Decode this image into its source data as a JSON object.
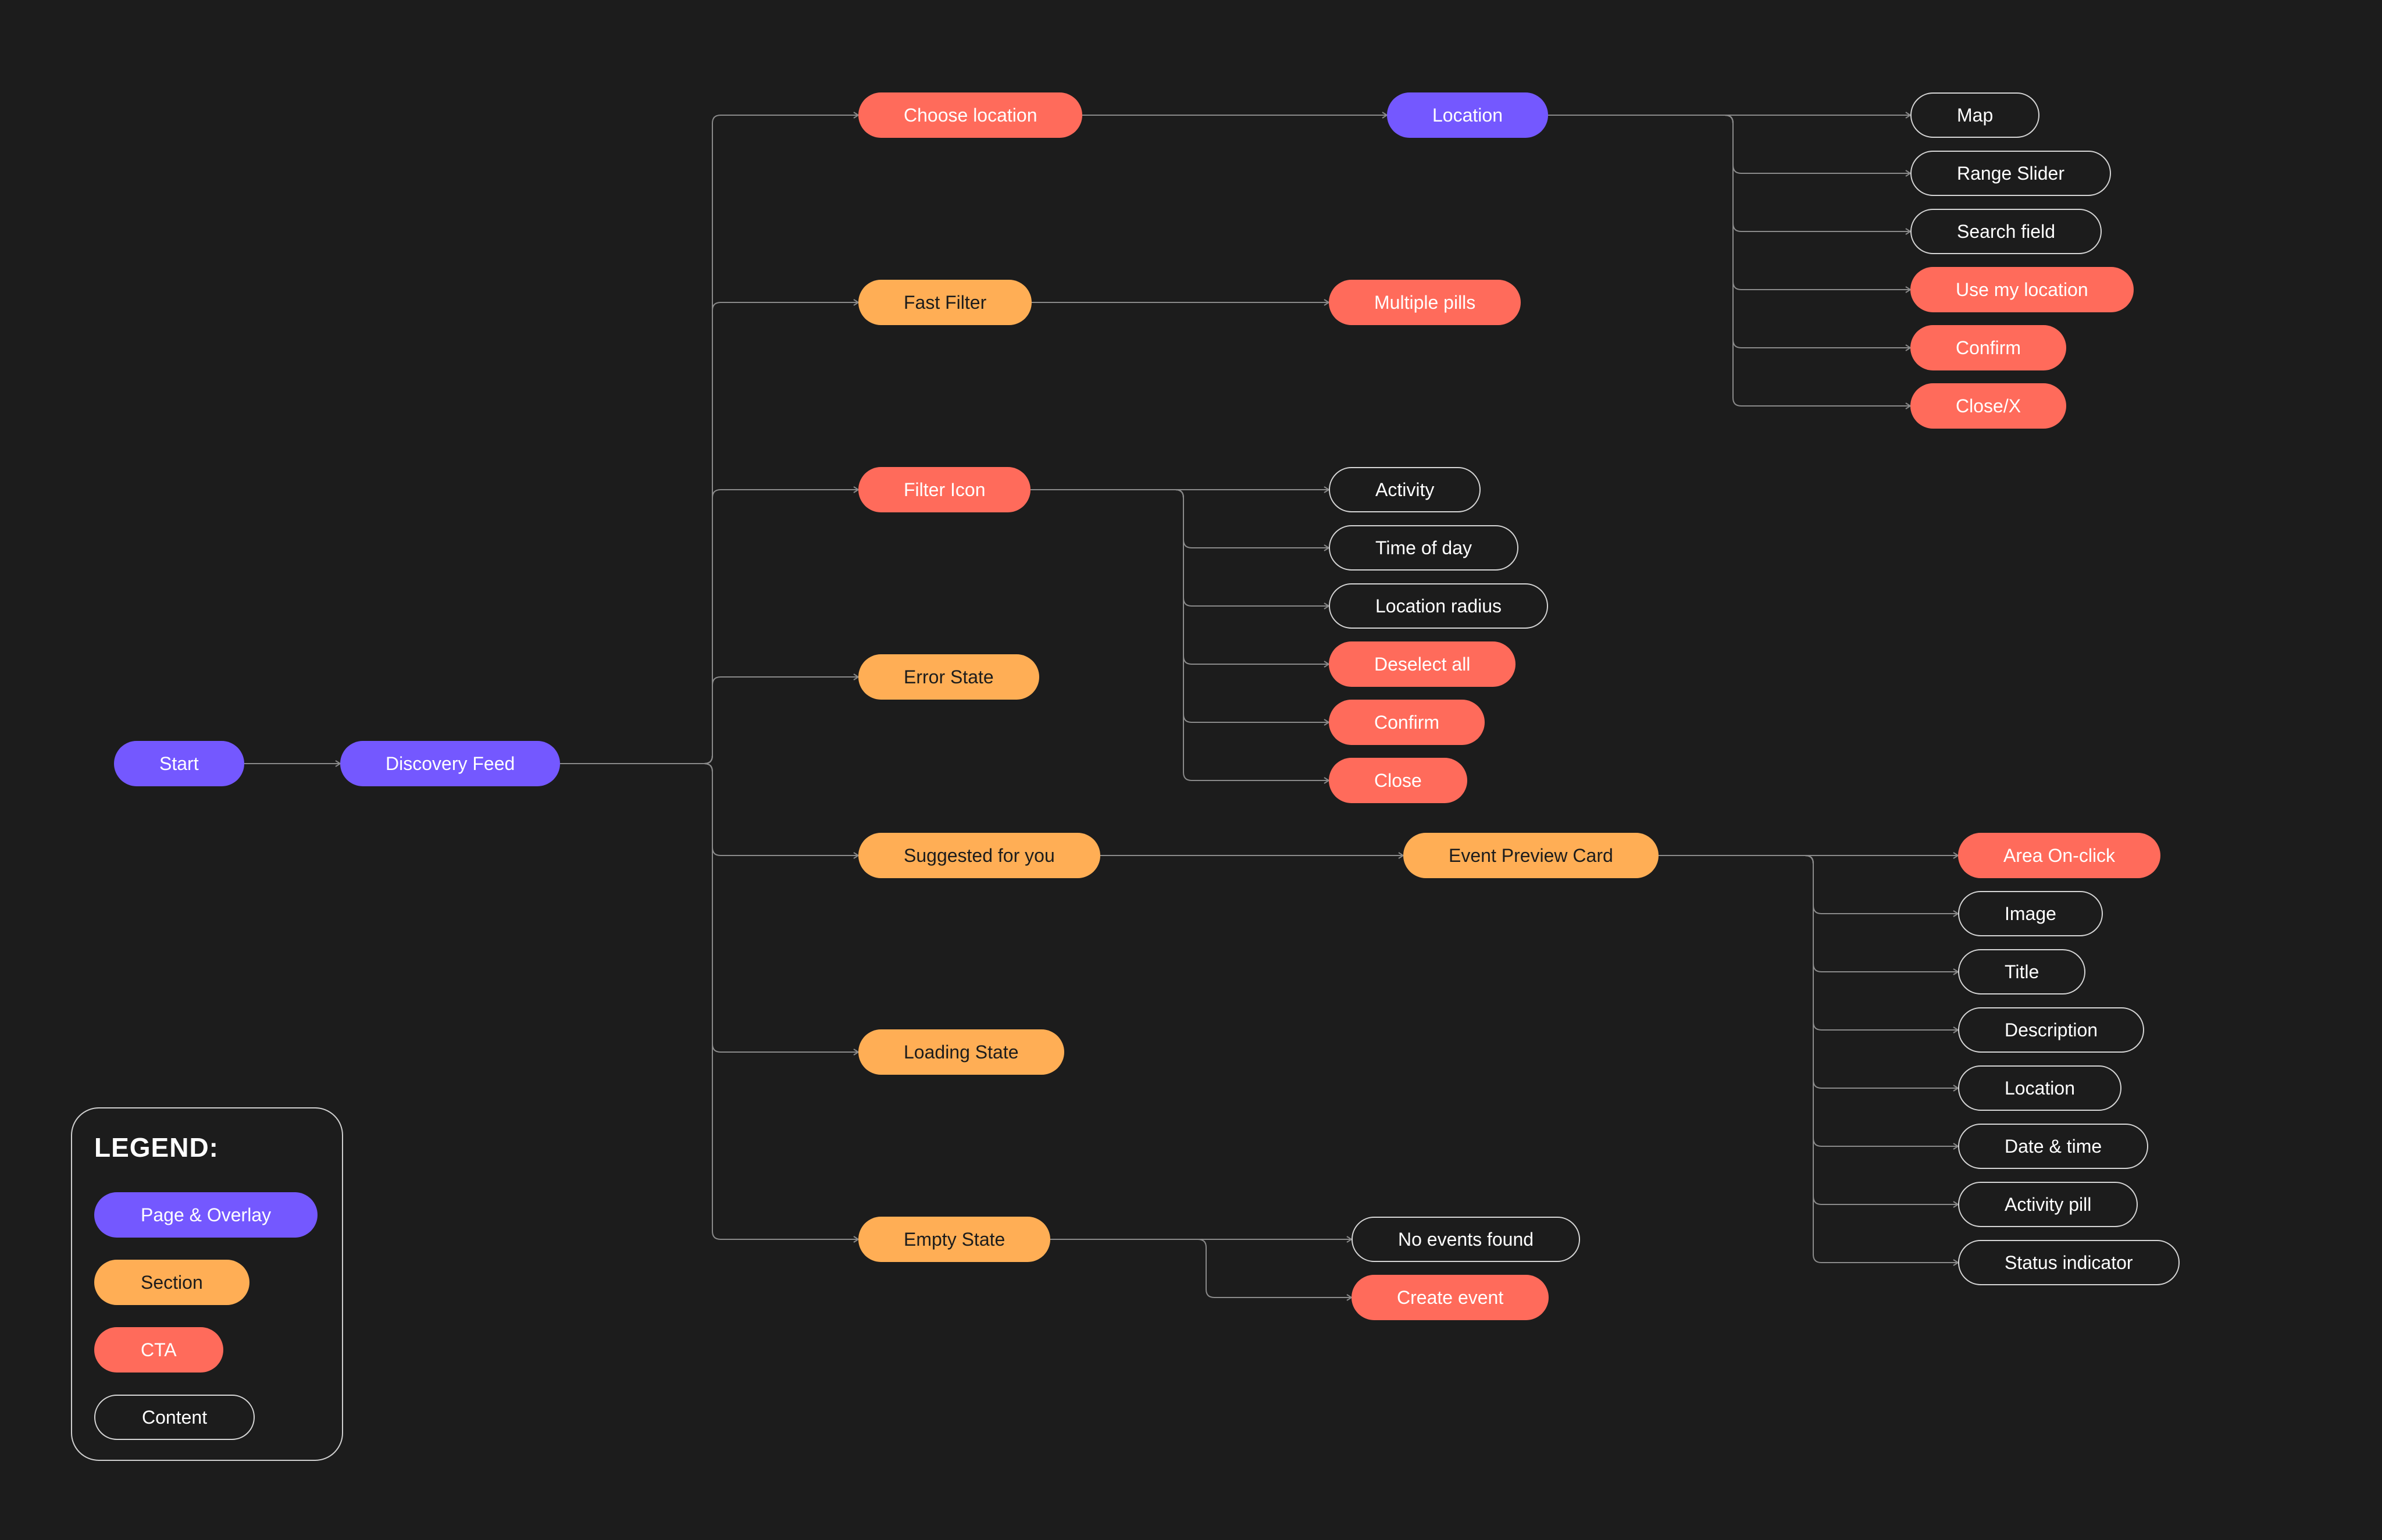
{
  "colors": {
    "background": "#1c1c1c",
    "page_overlay": "#7458ff",
    "section": "#ffae55",
    "cta": "#ff6b5b",
    "content_border": "#d6d6d6",
    "connector": "#8a8a8a"
  },
  "nodes": {
    "start": "Start",
    "discovery_feed": "Discovery Feed",
    "choose_location": "Choose location",
    "location_page": "Location",
    "map": "Map",
    "range_slider": "Range Slider",
    "search_field": "Search field",
    "use_my_location": "Use my location",
    "confirm_location": "Confirm",
    "close_x": "Close/X",
    "fast_filter": "Fast Filter",
    "multiple_pills": "Multiple pills",
    "filter_icon": "Filter Icon",
    "activity": "Activity",
    "time_of_day": "Time of day",
    "location_radius": "Location radius",
    "deselect_all": "Deselect all",
    "confirm_filter": "Confirm",
    "close_filter": "Close",
    "error_state": "Error State",
    "suggested_for_you": "Suggested for you",
    "event_preview_card": "Event Preview Card",
    "area_on_click": "Area On-click",
    "image": "Image",
    "title": "Title",
    "description": "Description",
    "card_location": "Location",
    "date_time": "Date & time",
    "activity_pill": "Activity pill",
    "status_indicator": "Status indicator",
    "loading_state": "Loading State",
    "empty_state": "Empty State",
    "no_events_found": "No events found",
    "create_event": "Create event"
  },
  "legend": {
    "title": "LEGEND:",
    "page_overlay": "Page & Overlay",
    "section": "Section",
    "cta": "CTA",
    "content": "Content"
  }
}
